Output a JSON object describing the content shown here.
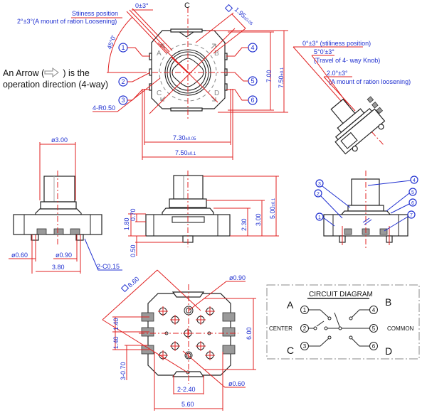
{
  "top_view": {
    "centerline_label": "C",
    "angle_top": "0±3°",
    "stillness_label": "Stiiness position",
    "loosening_label": "2°±3°(A mount of ration Loosening)",
    "angle_45": "45°0'",
    "box_dim": "1.95",
    "box_dim_tol": "±0.05",
    "corner_radius": "4-R0.50",
    "height_inner": "7.00",
    "height_outer": "7.50",
    "height_outer_tol": "±0.1",
    "width_inner": "7.30",
    "width_inner_tol": "±0.05",
    "width_outer": "7.50",
    "width_outer_tol": "±0.1",
    "corner_letters": [
      "A",
      "B",
      "C",
      "D"
    ],
    "pin_numbers": [
      "1",
      "2",
      "3",
      "4",
      "5",
      "6"
    ]
  },
  "arrow_note": {
    "line1_prefix": "An Arrow (",
    "line1_suffix": ") is the",
    "line2": "operation direction (4-way)"
  },
  "tilt_view": {
    "stillness": "0°±3° (stiliness position)",
    "travel_angle": "5°0'±3°",
    "travel_label": "(Travel of 4- way Knob)",
    "loosen_angle": "2.0°±3°",
    "loosen_label": "(A mount of ration loosening)"
  },
  "front_view": {
    "shaft_dia": "ø3.00",
    "pin_dia_small": "ø0.60",
    "pin_dia_large": "ø0.90",
    "pin_pitch": "3.80",
    "chamfer": "2-C0.15"
  },
  "side_view": {
    "dim_180": "1.80",
    "dim_070": "0.70",
    "dim_050": "0.50",
    "dim_230": "2.30",
    "dim_300": "3.00",
    "dim_500": "5.00",
    "dim_500_tol": "±0.1"
  },
  "parts_view": {
    "callouts": [
      "1",
      "2",
      "3",
      "4",
      "5",
      "6",
      "7"
    ]
  },
  "bottom_view": {
    "box_dim": "8.60",
    "hole_large": "ø0.90",
    "hole_small": "ø0.60",
    "pitch_a": "1.40",
    "pitch_b": "1.40",
    "pad_width": "3-0.70",
    "height": "6.00",
    "slot": "2-2.40",
    "width": "5.60"
  },
  "circuit": {
    "title": "CIRCUIT DIAGRAM",
    "corner_a": "A",
    "corner_b": "B",
    "corner_c": "C",
    "corner_d": "D",
    "center_label": "CENTER",
    "common_label": "COMMON",
    "terminals": [
      "1",
      "2",
      "3",
      "4",
      "5",
      "6"
    ]
  },
  "colors": {
    "dimension_text": "#1f2fd0",
    "dimension_line": "#e02020",
    "outline": "#222222"
  }
}
